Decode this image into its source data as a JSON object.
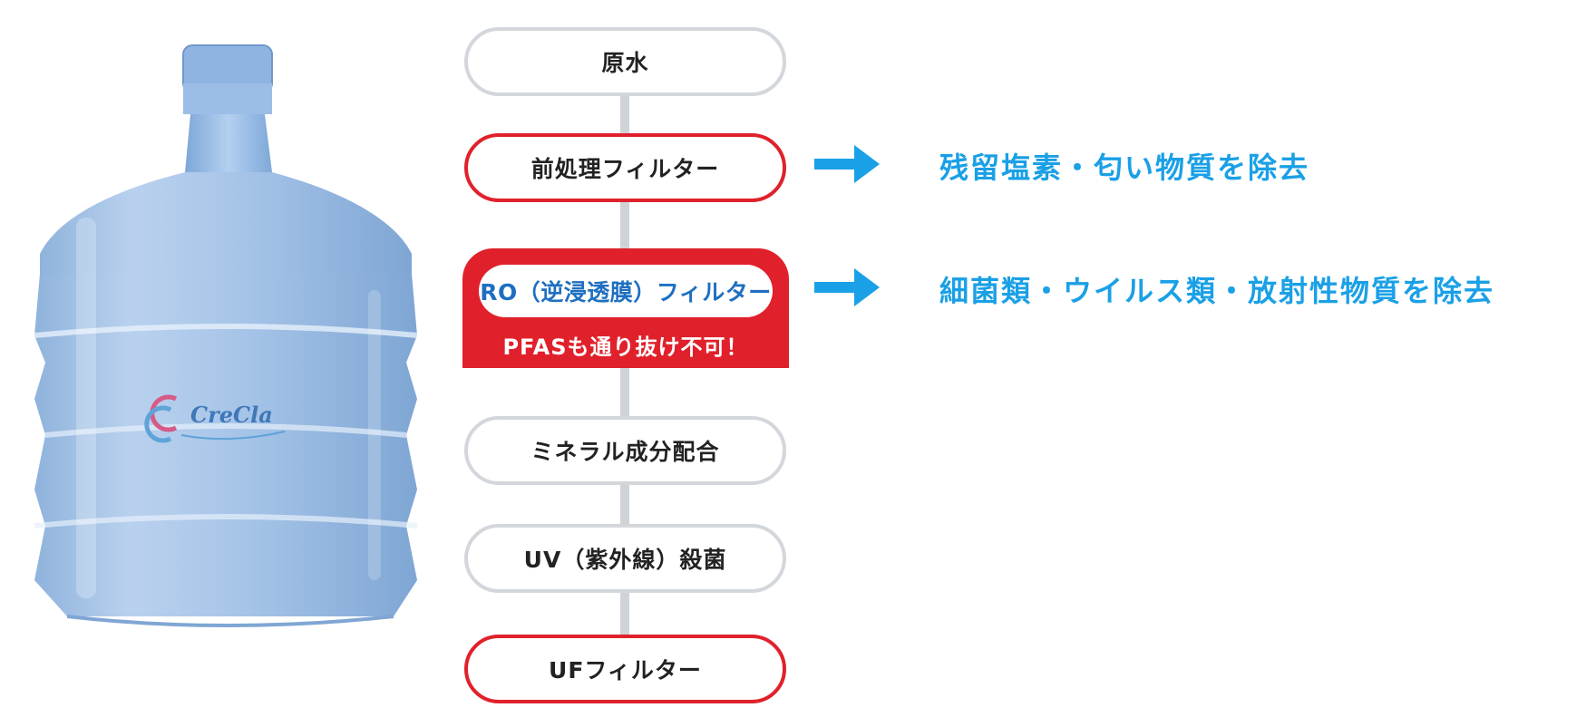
{
  "brand": {
    "logo_text": "CreCla"
  },
  "steps": [
    {
      "label": "原水"
    },
    {
      "label": "前処理フィルター"
    },
    {
      "label": "RO（逆浸透膜）フィルター",
      "note": "PFASも通り抜け不可！"
    },
    {
      "label": "ミネラル成分配合"
    },
    {
      "label": "UV（紫外線）殺菌"
    },
    {
      "label": "UFフィルター"
    }
  ],
  "notes": {
    "pretreatment": "残留塩素・匂い物質を除去",
    "ro": "細菌類・ウイルス類・放射性物質を除去"
  },
  "colors": {
    "red_accent": "#e0212b",
    "blue_text": "#1aa0e6",
    "ro_label": "#1f6fc0",
    "gray_border": "#d3d7dc"
  },
  "icons": {
    "arrow": "right-arrow-icon",
    "bottle": "water-bottle-image"
  }
}
